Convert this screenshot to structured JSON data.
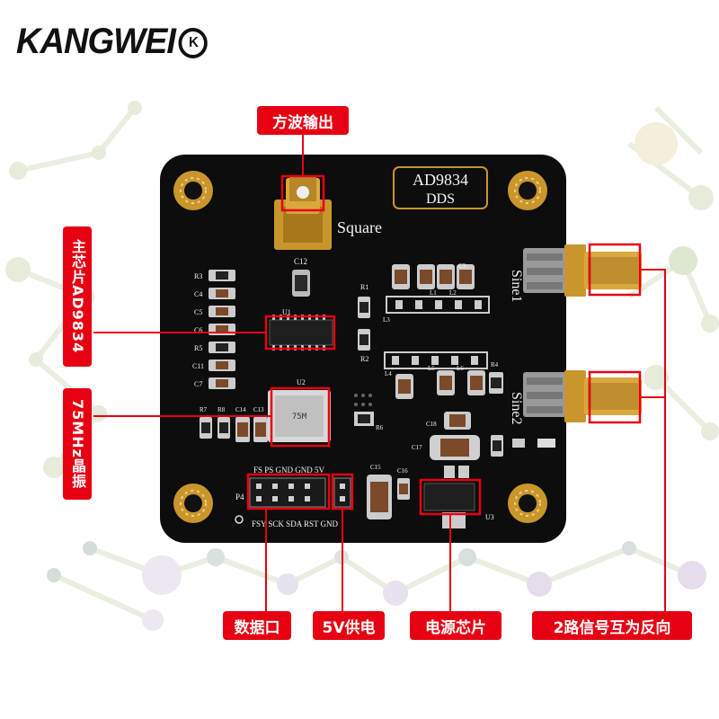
{
  "brand": {
    "logo_text": "KANGWEI"
  },
  "callouts": {
    "square_output": "方波输出",
    "main_chip": "主芯片AD9834",
    "crystal": "75MHz晶振",
    "data_port": "数据口",
    "power_5v": "5V供电",
    "power_chip": "电源芯片",
    "two_signals": "2路信号互为反向"
  },
  "silkscreen": {
    "chip_badge_line1": "AD9834",
    "chip_badge_line2": "DDS",
    "square": "Square",
    "sine1": "Sine1",
    "sine2": "Sine2",
    "header_top": "FS  PS  GND GND   5V",
    "header_bottom": "FSY SCK SDA  RST GND",
    "p4": "P4",
    "u1": "U1",
    "u2": "U2",
    "u3": "U3",
    "c12": "C12",
    "r1": "R1",
    "r2": "R2",
    "r3": "R3",
    "r4": "R4",
    "r5": "R5",
    "r6": "R6",
    "r7": "R7",
    "r8": "R8",
    "c3": "C3",
    "c4": "C4",
    "c5": "C5",
    "c6": "C6",
    "c7": "C7",
    "c11": "C11",
    "c13": "C13",
    "c14": "C14",
    "c15": "C15",
    "c16": "C16",
    "c17": "C17",
    "c18": "C18",
    "l1": "L1",
    "l2": "L2",
    "l3": "L3",
    "l4": "L4",
    "l5": "L5",
    "l6": "L6",
    "crystal_marking": "75M"
  },
  "colors": {
    "callout_red": "#e60012",
    "board_black": "#0d0d0d",
    "gold": "#c9962b",
    "background_network": "#e3ead6"
  }
}
